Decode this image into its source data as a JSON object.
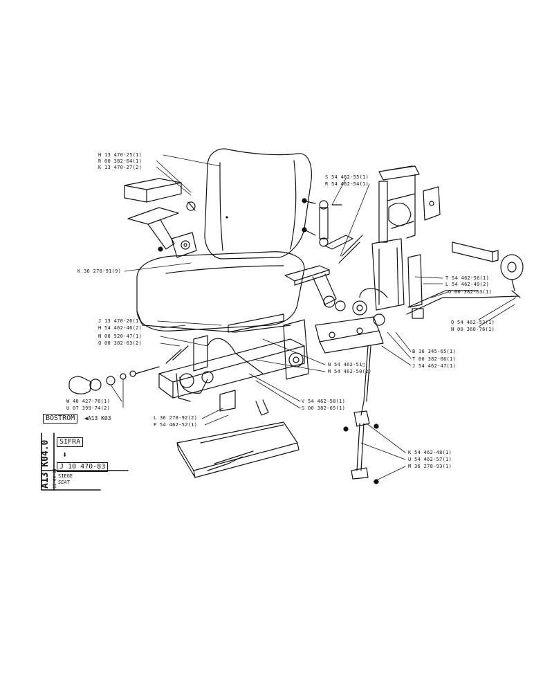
{
  "colors": {
    "ink": "#111111",
    "paper": "#ffffff"
  },
  "labels": {
    "H": "H 13 470-25(1)",
    "R_left": "R 00 382-64(1)",
    "K_left": "K 13 470-27(2)",
    "K_screw": "K 36 278-91(9)",
    "S_top": "S 54 462-55(1)",
    "R_top": "R 54 462-54(1)",
    "T": "T 54 462-56(1)",
    "L_right": "L 54 462-49(2)",
    "O_right": "O 00 382-63(1)",
    "Q_right": "Q 54 462-53(1)",
    "N_right": "N 00 360-76(1)",
    "J_left": "J 13 470-26(1)",
    "H_bar": "H 54 462-46(2)",
    "N_bar": "N 08 520-47(1)",
    "Q_bar": "Q 00 382-63(2)",
    "N_mid": "N 54 462-51",
    "M_mid": "M 54 462-50(2)",
    "B": "B 16 345-65(1)",
    "T_low": "T 00 382-66(1)",
    "J_right": "J 54 462-47(1)",
    "W": "W 40 427-76(1)",
    "U_left": "U 07 399-74(2)",
    "V": "V 54 462-58(1)",
    "S_low": "S 00 382-65(1)",
    "L_low": "L 36 278-92(2)",
    "P": "P 54 462-52(1)",
    "K_low": "K 54 462-48(1)",
    "U_low": "U 54 462-57(1)",
    "M_low": "M 36 278-93(1)"
  },
  "titleblock": {
    "bostrom": "BOSTROM",
    "bostrom_ref": "A13 K03",
    "sifra": "SIFRA",
    "part_no": "J 10 470-83",
    "name_fr": "SIEGE",
    "name_en": "SEAT",
    "section": "A13 K04.0",
    "date": "11-04-84"
  }
}
